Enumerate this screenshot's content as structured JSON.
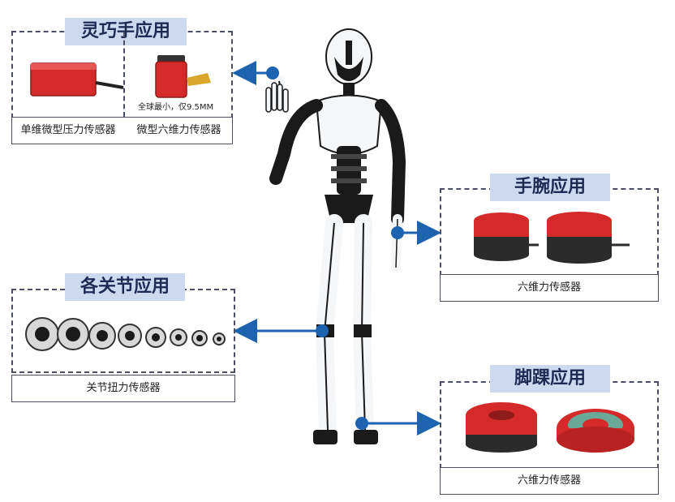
{
  "hand": {
    "title": "灵巧手应用",
    "left_caption": "单维微型压力传感器",
    "right_caption": "微型六维力传感器",
    "note": "全球最小，仅9.5MM"
  },
  "wrist": {
    "title": "手腕应用",
    "caption": "六维力传感器"
  },
  "joints": {
    "title": "各关节应用",
    "caption": "关节扭力传感器"
  },
  "ankle": {
    "title": "脚踝应用",
    "caption": "六维力传感器"
  },
  "colors": {
    "accent": "#1e63b0",
    "title_bg": "#cdd9ee",
    "sensor_red": "#d42a2a",
    "dark": "#2b2b2b"
  }
}
